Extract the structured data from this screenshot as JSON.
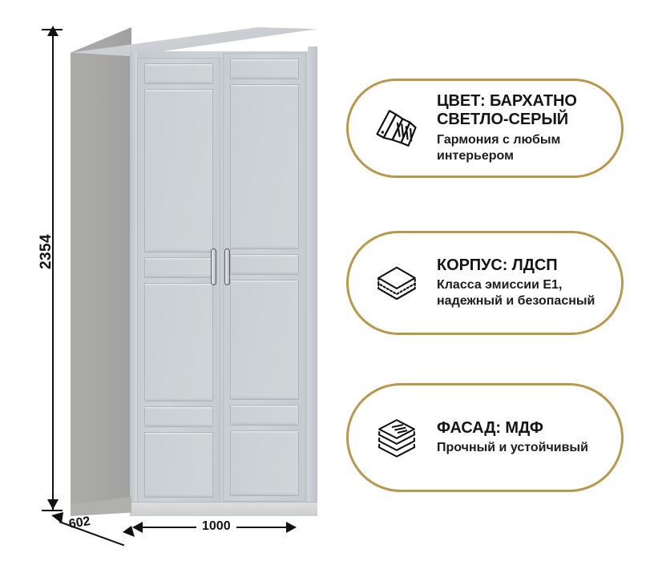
{
  "product": {
    "name": "two-door-wardrobe",
    "body_color": "#c8ced2",
    "side_color": "#a9a9a7",
    "doors": 2,
    "handles": 2
  },
  "dimensions": {
    "height": "2354",
    "depth": "602",
    "width": "1000",
    "unit": "mm"
  },
  "cards": [
    {
      "icon": "color-swatch-fan-icon",
      "title": "ЦВЕТ: БАРХАТНО СВЕТЛО-СЕРЫЙ",
      "subtitle": "Гармония с любым интерьером"
    },
    {
      "icon": "chipboard-panel-icon",
      "title": "КОРПУС: ЛДСП",
      "subtitle": "Класса эмиссии Е1, надежный и безопасный"
    },
    {
      "icon": "stacked-sheets-icon",
      "title": "ФАСАД: МДФ",
      "subtitle": "Прочный и устойчивый"
    }
  ],
  "colors": {
    "accent_gold": "#b8984a",
    "text_dark": "#151515",
    "background": "#ffffff"
  }
}
